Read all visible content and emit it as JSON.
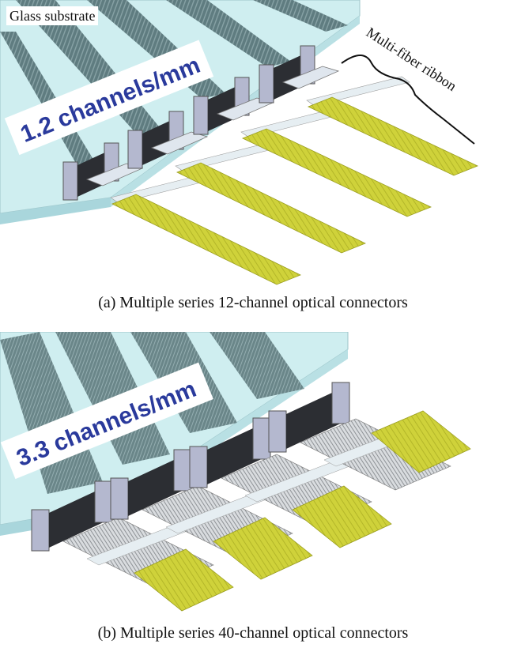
{
  "panel_a": {
    "glass_label": "Glass substrate",
    "density_label": "1.2 channels/mm",
    "ribbon_label": "Multi-fiber ribbon",
    "caption": "(a) Multiple series 12-channel optical connectors"
  },
  "panel_b": {
    "density_label": "3.3 channels/mm",
    "caption": "(b) Multiple series 40-channel optical connectors"
  },
  "colors": {
    "glass_top": "#cfeef0",
    "glass_edge": "#a9d6dc",
    "waveguide": "#5f7c80",
    "connector_body": "#2c2e33",
    "connector_end": "#b4b8cf",
    "ribbon": "#cfd23a",
    "density_text": "#2a3a9c"
  }
}
